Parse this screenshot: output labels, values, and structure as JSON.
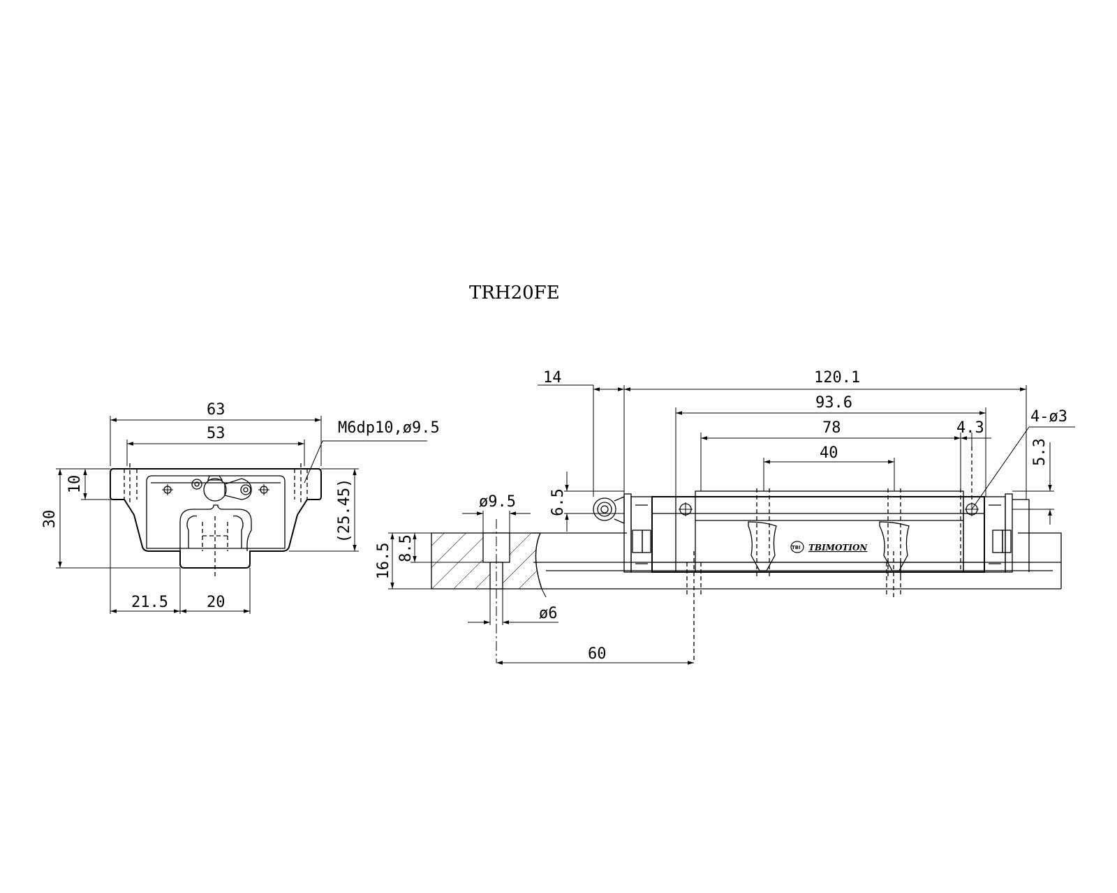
{
  "title": "TRH20FE",
  "front_view": {
    "dim_width_total": "63",
    "dim_hole_spacing": "53",
    "dim_mount_hole": "M6dp10,ø9.5",
    "dim_height": "30",
    "dim_top_10": "10",
    "dim_height_25": "(25.45)",
    "dim_side_21_5": "21.5",
    "dim_rail_20": "20"
  },
  "side_view": {
    "dim_14": "14",
    "dim_120_1": "120.1",
    "dim_93_6": "93.6",
    "dim_78": "78",
    "dim_4_3": "4.3",
    "dim_4_holes": "4-ø3",
    "dim_5_3": "5.3",
    "dim_40": "40",
    "dim_6_5": "6.5",
    "dim_cbore": "ø9.5",
    "dim_8_5": "8.5",
    "dim_16_5": "16.5",
    "dim_hole_6": "ø6",
    "dim_60": "60",
    "logo_text": "TBIMOTION",
    "logo_badge": "TBI"
  }
}
